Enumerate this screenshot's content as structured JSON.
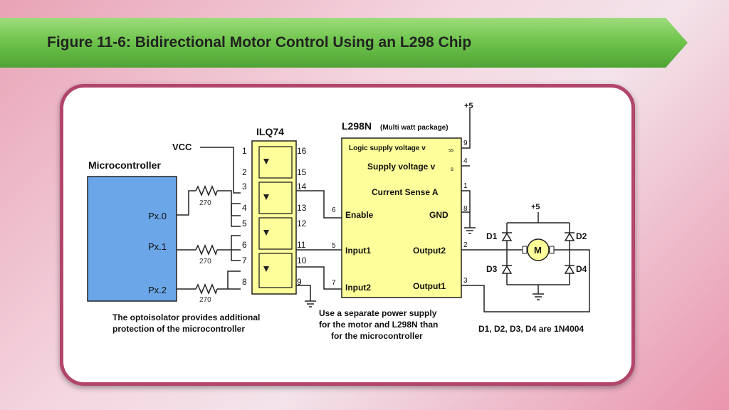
{
  "slide": {
    "title": "Figure 11-6: Bidirectional Motor Control Using an L298 Chip"
  },
  "colors": {
    "banner_green": "#6cc24a",
    "frame_border": "#b2456c",
    "microcontroller_blue": "#6aa6e8",
    "chip_yellow": "#fefe9a",
    "motor_yellow": "#fefe9a"
  },
  "diagram": {
    "vcc_label": "VCC",
    "microcontroller": {
      "label": "Microcontroller",
      "pins": [
        "Px.0",
        "Px.1",
        "Px.2"
      ]
    },
    "resistors": [
      "270",
      "270",
      "270"
    ],
    "optoisolator": {
      "name": "ILQ74",
      "left_pins": [
        "1",
        "2",
        "3",
        "4",
        "5",
        "6",
        "7",
        "8"
      ],
      "right_pins": [
        "16",
        "15",
        "14",
        "13",
        "12",
        "11",
        "10",
        "9"
      ]
    },
    "driver": {
      "name": "L298N",
      "package": "(Multi watt package)",
      "logic_supply": "Logic supply voltage v",
      "logic_supply_sub": "ss",
      "supply_voltage": "Supply voltage v",
      "supply_voltage_sub": "s",
      "current_sense": "Current Sense A",
      "enable": "Enable",
      "gnd": "GND",
      "input1": "Input1",
      "output2": "Output2",
      "input2": "Input2",
      "output1": "Output1",
      "pin_numbers": {
        "enable": "6",
        "input1": "5",
        "input2": "7",
        "logic": "9",
        "supply": "4",
        "sense": "1",
        "gnd": "8",
        "out2": "2",
        "out1": "3"
      }
    },
    "supply_top": "+5",
    "supply_bridge": "+5",
    "motor_label": "M",
    "diodes": [
      "D1",
      "D2",
      "D3",
      "D4"
    ],
    "notes": {
      "opto_line1": "The optoisolator provides additional",
      "opto_line2": "protection of the microcontroller",
      "power_line1": "Use a separate power supply",
      "power_line2": "for the motor and L298N than",
      "power_line3": "for the microcontroller",
      "diode_note": "D1, D2, D3, D4 are 1N4004"
    }
  }
}
